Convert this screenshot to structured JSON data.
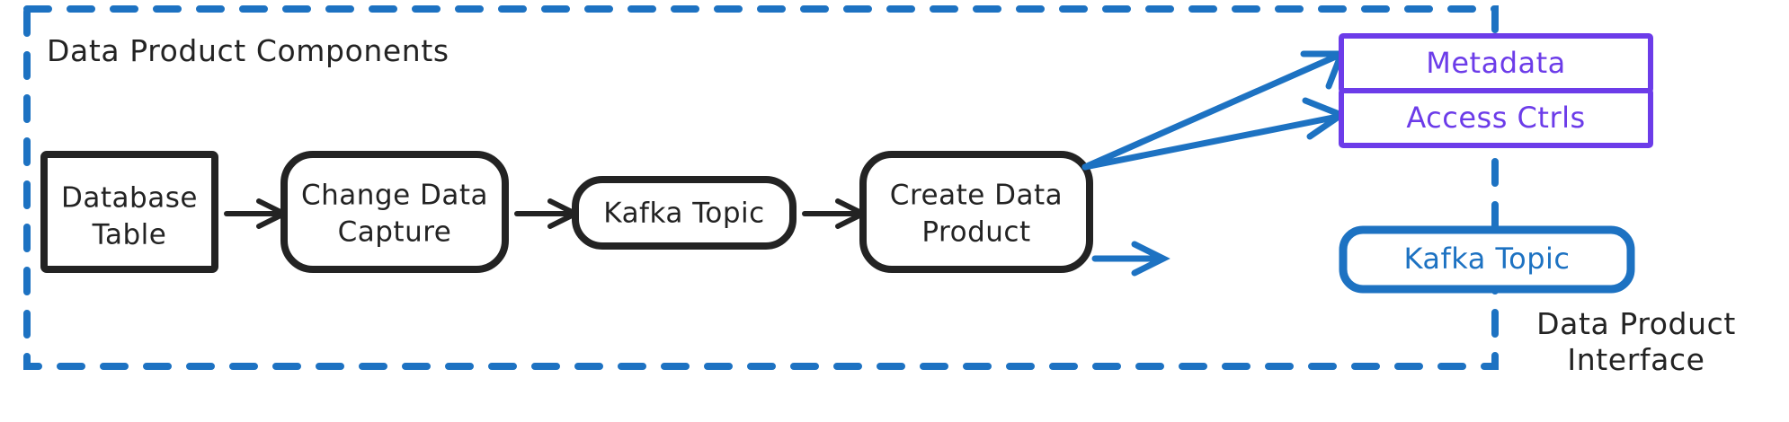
{
  "diagram": {
    "title": "Data Product Components",
    "interface_label_line1": "Data Product",
    "interface_label_line2": "Interface",
    "colors": {
      "ink": "#232323",
      "blue": "#1d72c2",
      "purple": "#6c3ce9",
      "background": "#ffffff"
    },
    "nodes": [
      {
        "id": "database-table",
        "label_line1": "Database",
        "label_line2": "Table",
        "style": "black-sharp"
      },
      {
        "id": "change-data-capture",
        "label_line1": "Change Data",
        "label_line2": "Capture",
        "style": "black-rounded"
      },
      {
        "id": "kafka-topic-source",
        "label_line1": "Kafka Topic",
        "label_line2": "",
        "style": "black-pill"
      },
      {
        "id": "create-data-product",
        "label_line1": "Create Data",
        "label_line2": "Product",
        "style": "black-rounded"
      },
      {
        "id": "metadata",
        "label_line1": "Metadata",
        "label_line2": "",
        "style": "purple"
      },
      {
        "id": "access-ctrls",
        "label_line1": "Access Ctrls",
        "label_line2": "",
        "style": "purple"
      },
      {
        "id": "kafka-topic-output",
        "label_line1": "Kafka Topic",
        "label_line2": "",
        "style": "blue"
      }
    ],
    "edges": [
      {
        "from": "database-table",
        "to": "change-data-capture",
        "color": "#232323"
      },
      {
        "from": "change-data-capture",
        "to": "kafka-topic-source",
        "color": "#232323"
      },
      {
        "from": "kafka-topic-source",
        "to": "create-data-product",
        "color": "#232323"
      },
      {
        "from": "create-data-product",
        "to": "metadata",
        "color": "#1d72c2"
      },
      {
        "from": "create-data-product",
        "to": "access-ctrls",
        "color": "#1d72c2"
      },
      {
        "from": "create-data-product",
        "to": "kafka-topic-output",
        "color": "#1d72c2"
      }
    ]
  }
}
